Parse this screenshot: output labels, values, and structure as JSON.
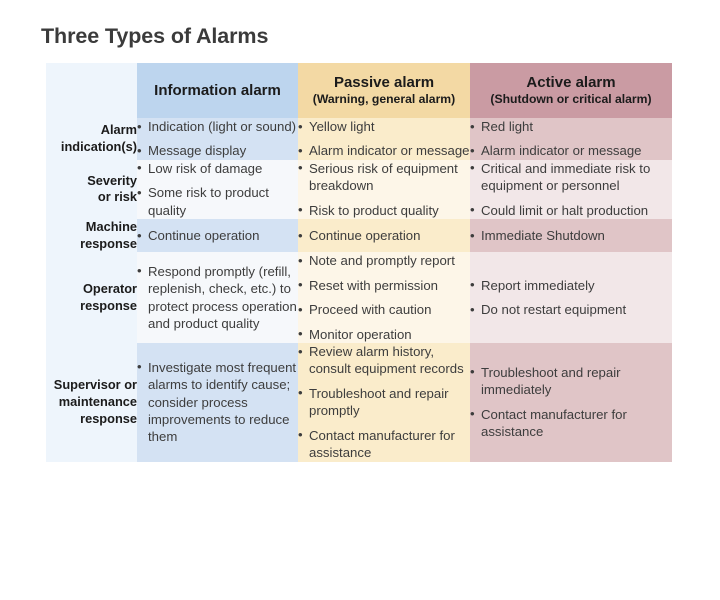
{
  "title": "Three Types of Alarms",
  "table": {
    "corner_label": "",
    "columns": [
      {
        "key": "information",
        "main": "Information alarm",
        "sub": ""
      },
      {
        "key": "passive",
        "main": "Passive alarm",
        "sub": "(Warning, general alarm)"
      },
      {
        "key": "active",
        "main": "Active alarm",
        "sub": "(Shutdown or critical alarm)"
      }
    ],
    "rows": [
      {
        "label": "Alarm\nindication(s)",
        "label_lines": [
          "Alarm",
          "indication(s)"
        ],
        "information": [
          "Indication (light or sound)",
          "Message display"
        ],
        "passive": [
          "Yellow light",
          "Alarm indicator or message"
        ],
        "active": [
          "Red light",
          "Alarm indicator or message"
        ]
      },
      {
        "label": "Severity\nor risk",
        "label_lines": [
          "Severity",
          "or risk"
        ],
        "information": [
          "Low risk of damage",
          "Some risk to product quality"
        ],
        "passive": [
          "Serious risk of equipment breakdown",
          "Risk to product quality"
        ],
        "active": [
          "Critical and immediate risk to equipment or personnel",
          "Could limit or halt production"
        ]
      },
      {
        "label": "Machine\nresponse",
        "label_lines": [
          "Machine",
          "response"
        ],
        "information": [
          "Continue operation"
        ],
        "passive": [
          "Continue operation"
        ],
        "active": [
          "Immediate Shutdown"
        ]
      },
      {
        "label": "Operator\nresponse",
        "label_lines": [
          "Operator",
          "response"
        ],
        "information": [
          "Respond promptly (refill, replenish, check, etc.) to protect process operation and product quality"
        ],
        "passive": [
          "Note and promptly report",
          "Reset with permission",
          "Proceed with caution",
          "Monitor operation"
        ],
        "active": [
          "Report immediately",
          "Do not restart equipment"
        ]
      },
      {
        "label": "Supervisor or\nmaintenance\nresponse",
        "label_lines": [
          "Supervisor or",
          "maintenance",
          "response"
        ],
        "information": [
          "Investigate most frequent alarms to identify cause; consider process improvements to reduce them"
        ],
        "passive": [
          "Review alarm history, consult equipment records",
          "Troubleshoot and repair promptly",
          "Contact manufacturer for assistance"
        ],
        "active": [
          "Troubleshoot and repair immediately",
          "Contact manufacturer for assistance"
        ]
      }
    ]
  },
  "colors": {
    "header_information": "#bdd5ee",
    "header_passive": "#f3d9a4",
    "header_active": "#ca9ba3",
    "rowlabel_background": "#eef5fc",
    "information_shaded": "#d4e2f3",
    "passive_shaded": "#faeccb",
    "active_shaded": "#e0c5c7",
    "information_pale": "#f6f8fb",
    "passive_pale": "#fdf6e8",
    "active_pale": "#f2e7e8",
    "text": "#3d3d3d",
    "title_text": "#3b3b3b"
  }
}
